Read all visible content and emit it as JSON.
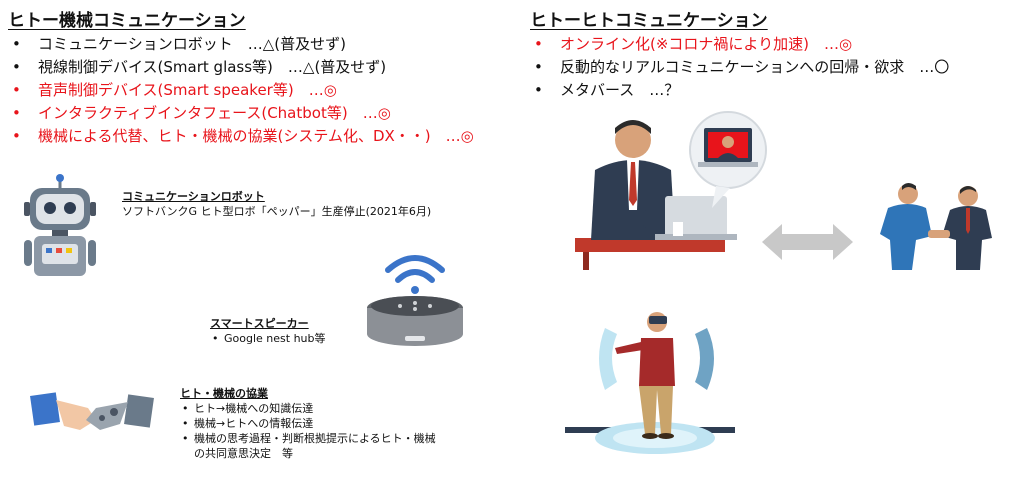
{
  "left": {
    "heading": "ヒトー機械コミュニケーション",
    "bullets": [
      {
        "text": "コミュニケーションロボット　…△(普及せず)",
        "highlight": false
      },
      {
        "text": "視線制御デバイス(Smart glass等)　…△(普及せず)",
        "highlight": false
      },
      {
        "text": "音声制御デバイス(Smart speaker等)　…◎",
        "highlight": true
      },
      {
        "text": "インタラクティブインタフェース(Chatbot等)　…◎",
        "highlight": true
      },
      {
        "text": "機械による代替、ヒト・機械の協業(システム化、DX・・)　…◎",
        "highlight": true
      }
    ]
  },
  "right": {
    "heading": "ヒトーヒトコミュニケーション",
    "bullets": [
      {
        "text": "オンライン化(※コロナ禍により加速)　…◎",
        "highlight": true
      },
      {
        "text": "反動的なリアルコミュニケーションへの回帰・欲求　…〇",
        "highlight": false
      },
      {
        "text": "メタバース　…？",
        "highlight": false
      }
    ]
  },
  "robot_caption": {
    "title": "コミュニケーションロボット",
    "line": "ソフトバンクG ヒト型ロボ「ペッパー」生産停止(2021年6月)"
  },
  "speaker_caption": {
    "title": "スマートスピーカー",
    "items": [
      "Google nest hub等"
    ]
  },
  "collab_caption": {
    "title": "ヒト・機械の協業",
    "items": [
      "ヒト→機械への知識伝達",
      "機械→ヒトへの情報伝達",
      "機械の思考過程・判断根拠提示によるヒト・機械",
      "の共同意思決定　等"
    ]
  },
  "colors": {
    "highlight": "#e8141b",
    "robot_body": "#6a7a8a",
    "speaker_body": "#8c9096",
    "wifi": "#3b74c9",
    "suit": "#2f3d52",
    "desk": "#c0392b",
    "arrow": "#c8c8c8"
  },
  "icons": [
    "robot-icon",
    "smart-speaker-icon",
    "wifi-icon",
    "handshake-icon",
    "office-worker-icon",
    "video-call-icon",
    "double-arrow-icon",
    "business-handshake-icon",
    "vr-user-icon"
  ]
}
